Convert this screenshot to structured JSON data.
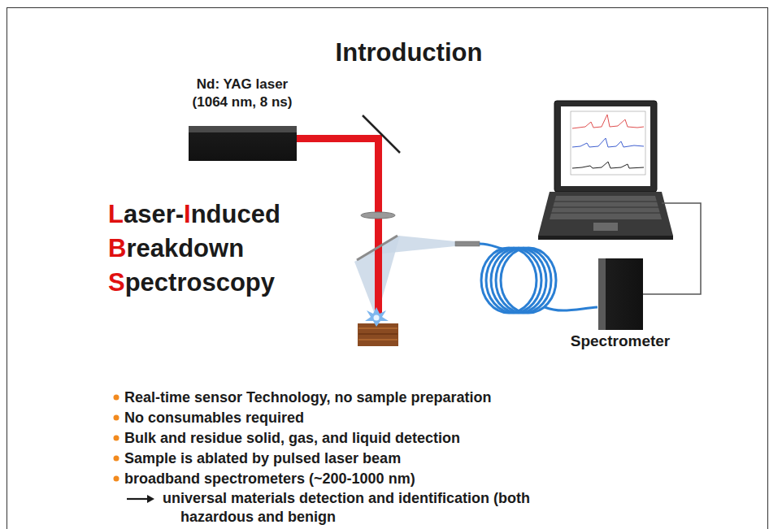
{
  "diagram": {
    "title": "Introduction",
    "nodes": [
      {
        "text": [
          "Nd: YAG laser (1064 nm, 8 ns)"
        ]
      },
      {
        "text": [
          "Spectrometer"
        ]
      }
    ],
    "labels": [
      "Laser-Induced Breakdown Spectroscopy",
      "Real-time sensor Technology, no sample preparation",
      "No consumables required",
      "Bulk and residue solid, gas, and liquid detection",
      "Sample is ablated by pulsed laser beam",
      "broadband spectrometers (~200-1000 nm)",
      "universal materials detection and identification (both hazardous and benign"
    ]
  }
}
